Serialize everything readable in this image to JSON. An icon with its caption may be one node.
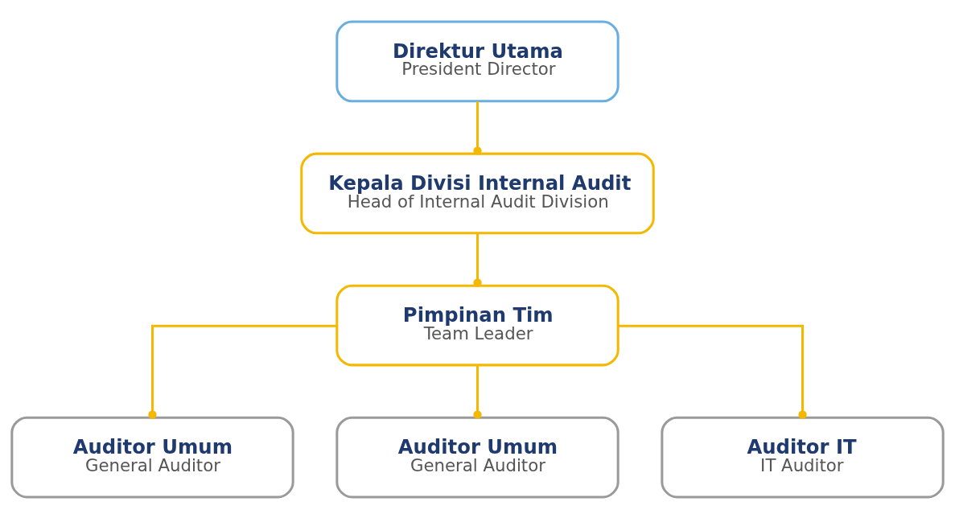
{
  "diagram": {
    "nodes": [
      {
        "text": [
          "Direktur Utama",
          "President Director"
        ]
      },
      {
        "text": [
          "Kepala Divisi Internal Audit",
          "Head of Internal Audit Division"
        ]
      },
      {
        "text": [
          "Pimpinan Tim",
          "Team Leader"
        ]
      },
      {
        "text": [
          "Auditor Umum",
          "General Auditor"
        ]
      },
      {
        "text": [
          "Auditor Umum",
          "General Auditor"
        ]
      },
      {
        "text": [
          "Auditor IT",
          "IT Auditor"
        ]
      }
    ],
    "edges": [
      {
        "from": 0,
        "to": 1,
        "arrow": "other"
      },
      {
        "from": 1,
        "to": 2,
        "arrow": "other"
      },
      {
        "from": 2,
        "to": 3,
        "arrow": "other"
      },
      {
        "from": 2,
        "to": 4,
        "arrow": "other"
      },
      {
        "from": 2,
        "to": 5,
        "arrow": "other"
      }
    ]
  }
}
